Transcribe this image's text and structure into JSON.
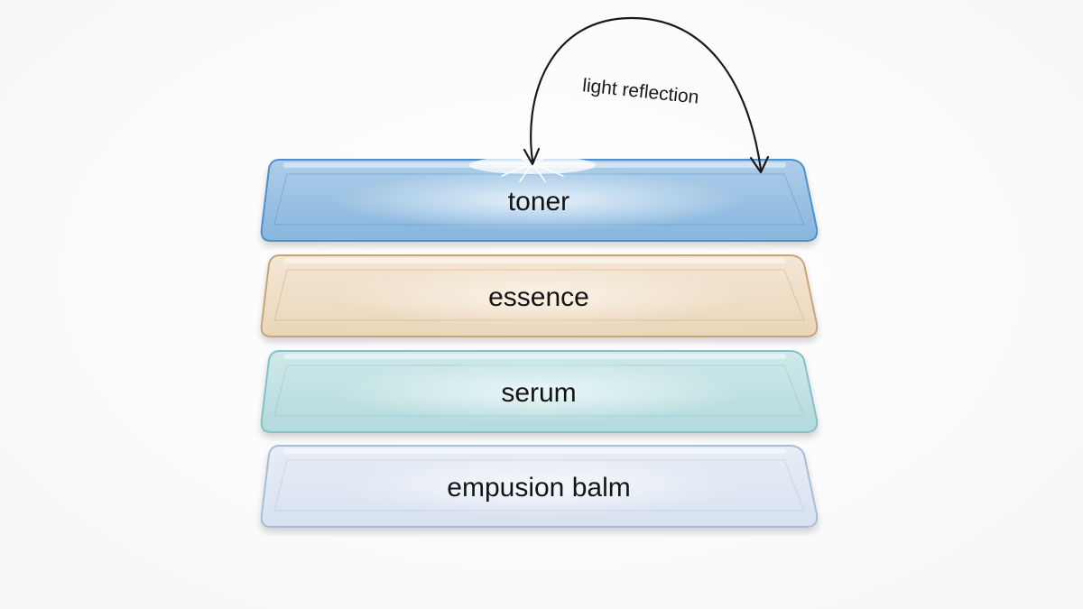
{
  "diagram": {
    "annotation": {
      "label": "light reflection",
      "arrow_color": "#1a1a1a"
    },
    "layers": [
      {
        "id": "toner",
        "label": "toner",
        "fill_top": "#a9cbe8",
        "fill_bottom": "#7fb1dc",
        "edge": "#4f8fcb",
        "highlight": "#e9f4fc",
        "has_sparkle": true
      },
      {
        "id": "essence",
        "label": "essence",
        "fill_top": "#f4e6d2",
        "fill_bottom": "#ead5b6",
        "edge": "#c6a57c",
        "highlight": "#fbf4ea",
        "has_sparkle": false
      },
      {
        "id": "serum",
        "label": "serum",
        "fill_top": "#cde9ea",
        "fill_bottom": "#aed8dc",
        "edge": "#84c0c6",
        "highlight": "#eef8f8",
        "has_sparkle": false
      },
      {
        "id": "emulsion-balm",
        "label": "empusion balm",
        "fill_top": "#e8eef7",
        "fill_bottom": "#d6e1f0",
        "edge": "#a9bcd8",
        "highlight": "#f7f9fd",
        "has_sparkle": false
      }
    ]
  }
}
